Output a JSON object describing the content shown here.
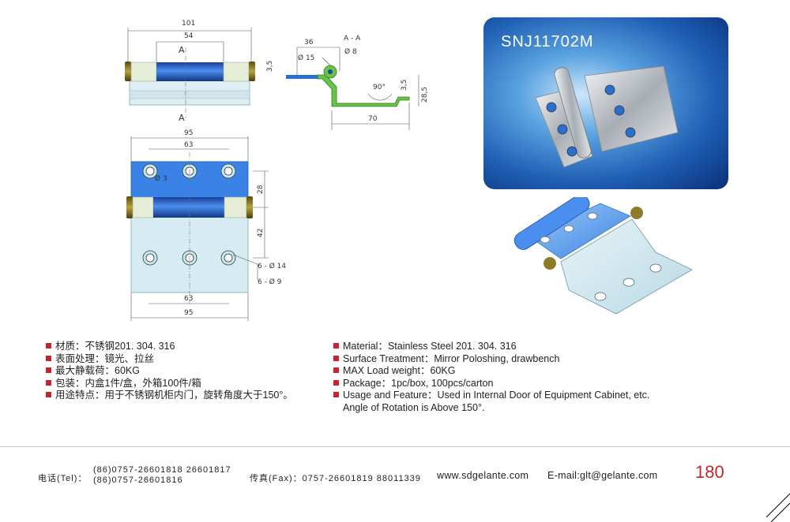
{
  "drawing": {
    "front": {
      "overall": "101",
      "knuckle": "54",
      "section": "A"
    },
    "section": {
      "label": "A - A",
      "d1": "36",
      "d2": "Ø 15",
      "d3": "Ø 8",
      "d4": "3,5",
      "angle": "90°",
      "d5": "3,5",
      "d6": "28,5",
      "d7": "70"
    },
    "plan": {
      "top": "95",
      "top2": "63",
      "hole": "Ø 3",
      "bot1": "63",
      "bot2": "95",
      "v1": "28",
      "v2": "42",
      "call1": "6 - Ø 14",
      "call2": "6 - Ø 9"
    }
  },
  "photo": {
    "title": "SNJ11702M"
  },
  "specs_cn": [
    "材质：不锈钢201. 304. 316",
    "表面处理：镜光、拉丝",
    "最大静载荷：60KG",
    "包装：内盒1件/盒，外箱100件/箱",
    "用途特点：用于不锈钢机柜内门，旋转角度大于150°。"
  ],
  "specs_en": [
    "Material：Stainless Steel 201. 304. 316",
    "Surface Treatment：Mirror Poloshing, drawbench",
    "MAX Load weight：60KG",
    "Package：1pc/box, 100pcs/carton",
    "Usage and Feature：Used in Internal Door of Equipment Cabinet, etc.",
    "Angle of Rotation is Above 150°."
  ],
  "footer": {
    "tel_label": "电话(Tel)：",
    "tel_line1": "(86)0757-26601818  26601817",
    "tel_line2": "(86)0757-26601816",
    "fax": "传真(Fax)：0757-26601819 88011339",
    "web": "www.sdgelante.com",
    "email": "E-mail:glt@gelante.com",
    "page": "180"
  },
  "colors": {
    "accent": "#c1272d",
    "blue": "#2a6fd0",
    "knuckle": "#8d7b2a"
  }
}
